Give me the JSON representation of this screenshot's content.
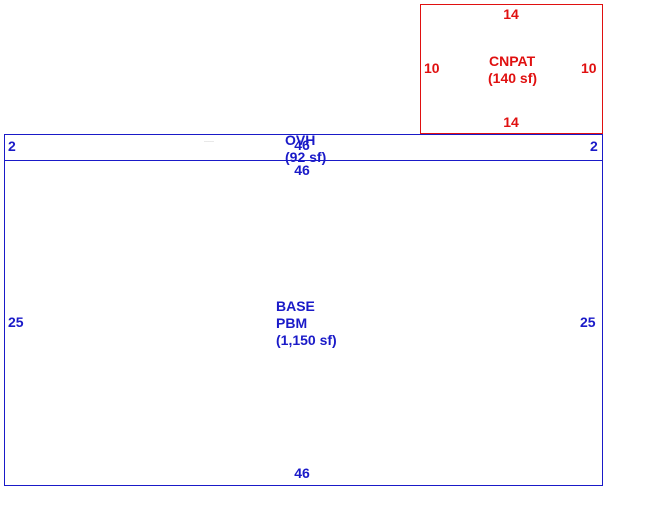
{
  "colors": {
    "base": "#1a1ac8",
    "canopy": "#e01010"
  },
  "areas": {
    "canopy": {
      "name": "CNPAT",
      "area": "(140 sf)",
      "top": "14",
      "bottom": "14",
      "left": "10",
      "right": "10"
    },
    "overhang": {
      "name": "OVH",
      "area": "(92 sf)",
      "top": "46",
      "bottom": "46",
      "left": "2",
      "right": "2"
    },
    "base": {
      "name": "BASE",
      "subname": "PBM",
      "area": "(1,150 sf)",
      "top": "46",
      "bottom": "46",
      "left": "25",
      "right": "25"
    }
  }
}
